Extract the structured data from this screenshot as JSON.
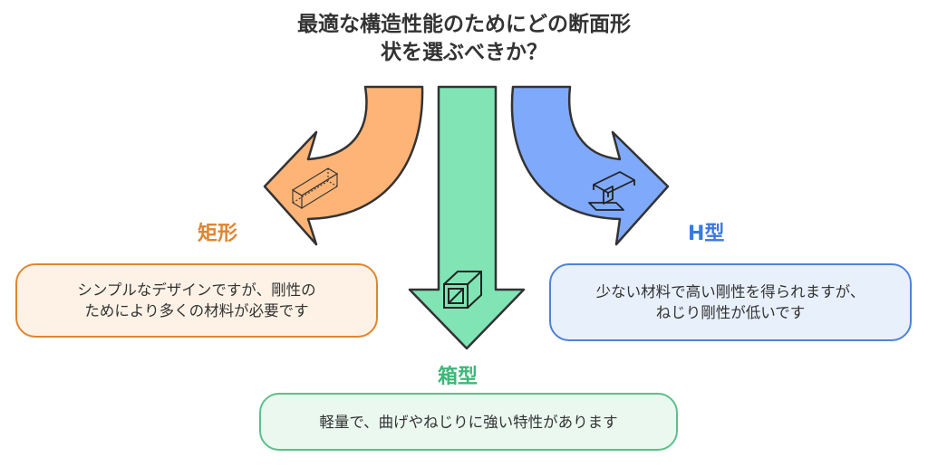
{
  "title_line1": "最適な構造性能のためにどの断面形",
  "title_line2": "状を選ぶべきか？",
  "options": [
    {
      "key": "rect",
      "label": "矩形",
      "desc_line1": "シンプルなデザインですが、剛性の",
      "desc_line2": "ためにより多くの材料が必要です",
      "icon": "rectangular-bar-icon",
      "arrow_color": "#FDB476",
      "label_color": "#E0852F",
      "box_border": "#E0852F",
      "box_fill": "#FEF2E6"
    },
    {
      "key": "box",
      "label": "箱型",
      "desc_line1": "軽量で、曲げやねじりに強い特性があります",
      "icon": "hollow-box-section-icon",
      "arrow_color": "#80E4B4",
      "label_color": "#3CB878",
      "box_border": "#5CC08C",
      "box_fill": "#EAF8F0"
    },
    {
      "key": "h",
      "label": "H型",
      "desc_line1": "少ない材料で高い剛性を得られますが、",
      "desc_line2": "ねじり剛性が低いです",
      "icon": "h-beam-icon",
      "arrow_color": "#7FA9FA",
      "label_color": "#3C78E0",
      "box_border": "#4F82D8",
      "box_fill": "#E8F0FC"
    }
  ],
  "outline_color": "#333333"
}
